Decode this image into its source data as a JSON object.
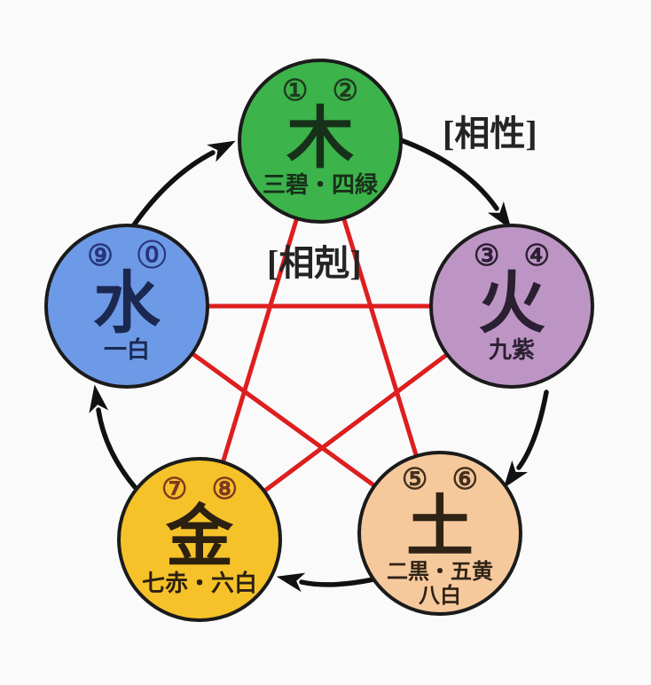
{
  "labels": {
    "generating": "[相性]",
    "overcoming": "[相剋]"
  },
  "colors": {
    "background": "#fbfafb",
    "outline": "#1b1b1b",
    "red_line": "#dd1f1f",
    "arrow_black": "#111111"
  },
  "elements": [
    {
      "id": "wood",
      "kanji": "木",
      "numbers": [
        "①",
        "②"
      ],
      "subtitle": "三碧・四緑",
      "fill": "#3cb34b",
      "num_color": "#1e3c1e",
      "ink": "#17301a"
    },
    {
      "id": "fire",
      "kanji": "火",
      "numbers": [
        "③",
        "④"
      ],
      "subtitle": "九紫",
      "fill": "#bd95c5",
      "num_color": "#39264200",
      "ink": "#2b2032"
    },
    {
      "id": "earth",
      "kanji": "土",
      "numbers": [
        "⑤",
        "⑥"
      ],
      "subtitle": "二黒・五黄",
      "subtitle2": "八白",
      "fill": "#f6c99d",
      "num_color": "#43301d",
      "ink": "#2f2315"
    },
    {
      "id": "metal",
      "kanji": "金",
      "numbers": [
        "⑦",
        "⑧"
      ],
      "subtitle": "七赤・六白",
      "fill": "#f5c22a",
      "num_color": "#7c3a20",
      "ink": "#2c2010"
    },
    {
      "id": "water",
      "kanji": "水",
      "numbers": [
        "⑨",
        "⓪"
      ],
      "subtitle": "一白",
      "fill": "#6d9ae6",
      "num_color": "#27357c",
      "ink": "#1b2850"
    }
  ]
}
